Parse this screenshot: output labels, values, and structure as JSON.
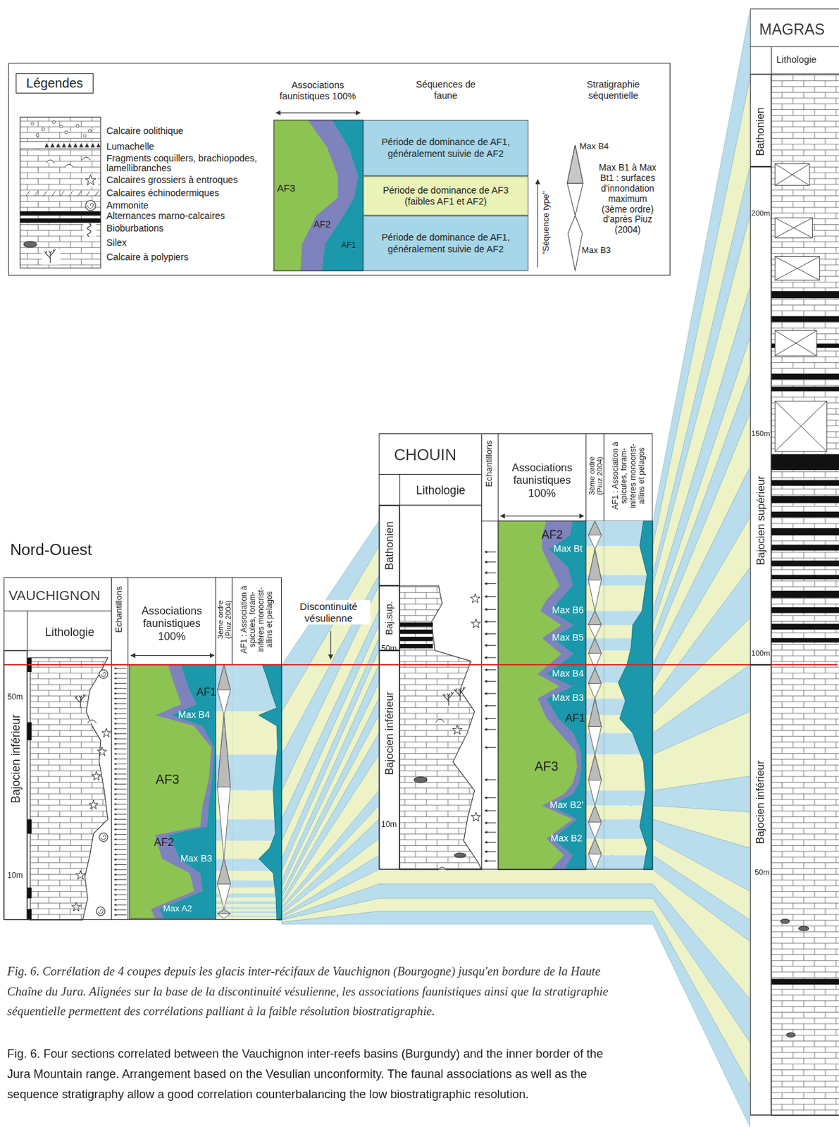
{
  "diagram": {
    "caption": "Fig. 6. Corrélation de 4 coupes depuis les glacis inter-récifaux de Vauchignon (Bourgogne) jusqu'en bordure de la Haute Chaîne du Jura. Alignées sur la base de la discontinuité vésulienne, les associations faunistiques ainsi que la stratigraphie séquentielle permettent des corrélations palliant à la faible résolution biostratigraphie.",
    "nodes": [
      {
        "text": [
          "Légendes"
        ]
      },
      {
        "text": [
          "Période de dominance de AF1, généralement suivie de AF2"
        ]
      },
      {
        "text": [
          "Période de dominance de AF3 (faibles AF1 et AF2)"
        ]
      },
      {
        "text": [
          "Période de dominance de AF1, généralement suivie de AF2"
        ]
      },
      {
        "text": [
          "MAGRAS"
        ]
      },
      {
        "text": [
          "Bathonien"
        ],
        "in": 4
      },
      {
        "text": [
          "Bajocien supérieur"
        ],
        "in": 4
      },
      {
        "text": [
          "Bajocien inférieur"
        ],
        "in": 4
      },
      {
        "text": [
          "CHOUIN"
        ]
      },
      {
        "text": [
          "Bathonien"
        ],
        "in": 8
      },
      {
        "text": [
          "Baj.sup."
        ],
        "in": 8
      },
      {
        "text": [
          "Bajocien inférieur"
        ],
        "in": 8
      },
      {
        "text": [
          "VAUCHIGNON"
        ]
      },
      {
        "text": [
          "Bajocien inférieur"
        ],
        "in": 12
      }
    ],
    "labels": [
      "Associations faunistiques 100%",
      "AF3",
      "AF2",
      "AF1",
      "Séquences de faune",
      "Stratigraphie séquentielle",
      "Max B4",
      "Max B1 à Max Bt1 : surfaces d'innondation maximum (3ème ordre) d'après Piuz (2004)",
      "Max B3",
      "\"Séquence type\"",
      "Nord-Ouest",
      "Lithologie",
      "200m",
      "150m",
      "100m",
      "50m",
      "Lithologie",
      "Echantillons",
      "Associations faunistiques 100%",
      "3ème ordre (Piuz 2004)",
      "AF1 : Association à spicules, foram- inifères monocrist- allins et pelagos",
      "50m",
      "10m",
      "AF2",
      "Max Bt",
      "Max B6",
      "Max B5",
      "Max B4",
      "Max B3",
      "AF1",
      "AF3",
      "Max B2'",
      "Max B2",
      "Lithologie",
      "Echantillons",
      "Associations faunistiques 100%",
      "3ème ordre (Piuz 2004)",
      "AF1 : Association à spicules, foram- inifères monocrist- allins et pelagos",
      "50m",
      "10m",
      "AF1",
      "Max B4",
      "AF3",
      "AF2",
      "Max B3",
      "Max A2",
      "Discontinuité vésulienne",
      "Fig. 6. Four sections correlated between the Vauchignon inter-reefs basins (Burgundy) and the inner border of the Jura Mountain range. Arrangement based on the Vesulian unconformity. The faunal associations as well as the sequence stratigraphy allow a good correlation counterbalancing the low biostratigraphic resolution."
    ],
    "legend": [
      {
        "text": "Calcaire oolithique"
      },
      {
        "text": "Lumachelle"
      },
      {
        "text": "Fragments coquillers, brachiopodes, lamellibranches"
      },
      {
        "text": "Calcaires grossiers à entroques"
      },
      {
        "text": "Calcaires échinodermiques"
      },
      {
        "text": "Ammonite"
      },
      {
        "text": "Alternances marno-calcaires"
      },
      {
        "text": "Bioburbations"
      },
      {
        "text": "Silex"
      },
      {
        "text": "Calcaire à polypiers"
      }
    ]
  }
}
